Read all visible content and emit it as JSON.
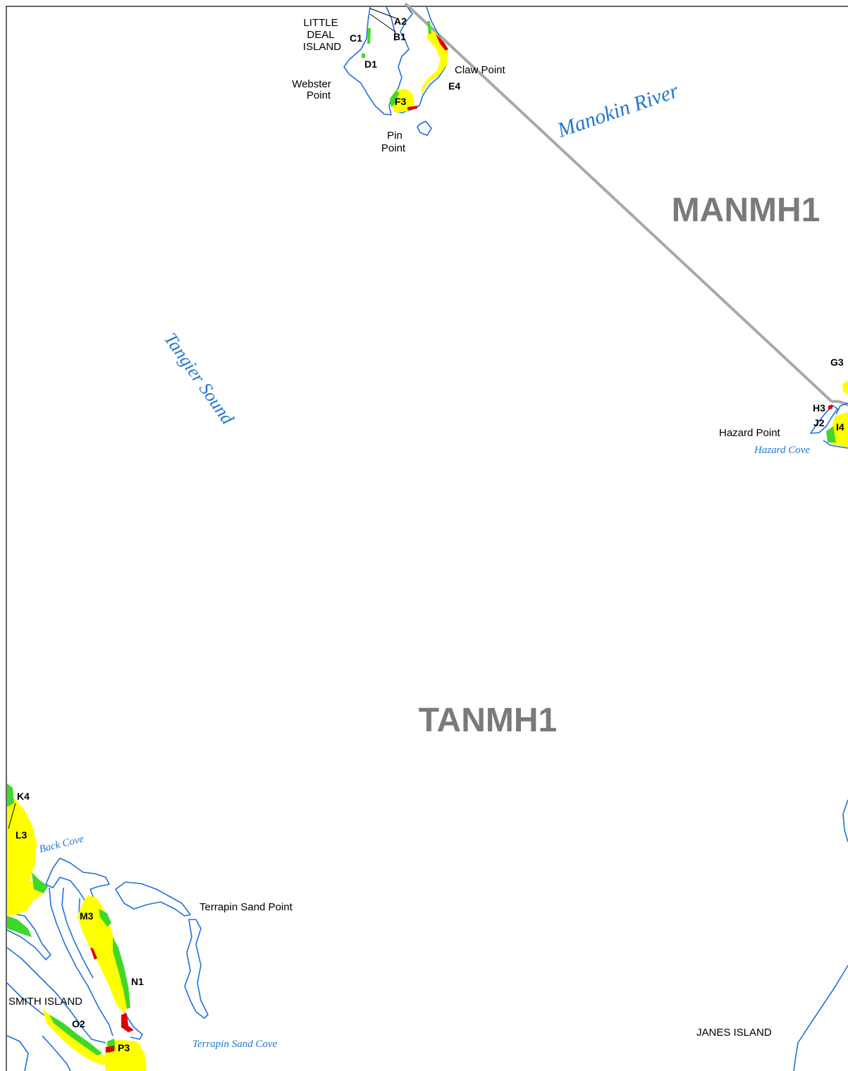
{
  "colors": {
    "shoreline": "#1f6fe0",
    "boundary_line": "#a8a8a8",
    "marsh_yellow": "#ffff00",
    "marsh_green": "#3fd82a",
    "marsh_red": "#e00000",
    "water_label": "#1f78d1",
    "zone_label": "#7a7a7a"
  },
  "zones": {
    "north": "MANMH1",
    "south": "TANMH1"
  },
  "water_bodies": {
    "manokin": "Manokin River",
    "tangier": "Tangier Sound",
    "hazard_cove": "Hazard Cove",
    "back_cove": "Back Cove",
    "terrapin_cove": "Terrapin Sand Cove"
  },
  "places": {
    "little_deal": [
      "LITTLE",
      "DEAL",
      "ISLAND"
    ],
    "webster": [
      "Webster",
      "Point"
    ],
    "pin": [
      "Pin",
      "Point"
    ],
    "claw": "Claw Point",
    "hazard": "Hazard Point",
    "terrapin_point": "Terrapin Sand Point",
    "smith": "SMITH ISLAND",
    "janes": "JANES ISLAND"
  },
  "segments": {
    "a2": "A2",
    "b1": "B1",
    "c1": "C1",
    "d1": "D1",
    "e4": "E4",
    "f3": "F3",
    "g3": "G3",
    "h3": "H3",
    "j2": "J2",
    "i4": "I4",
    "k4": "K4",
    "l3": "L3",
    "m3": "M3",
    "n1": "N1",
    "o2": "O2",
    "p3": "P3"
  }
}
